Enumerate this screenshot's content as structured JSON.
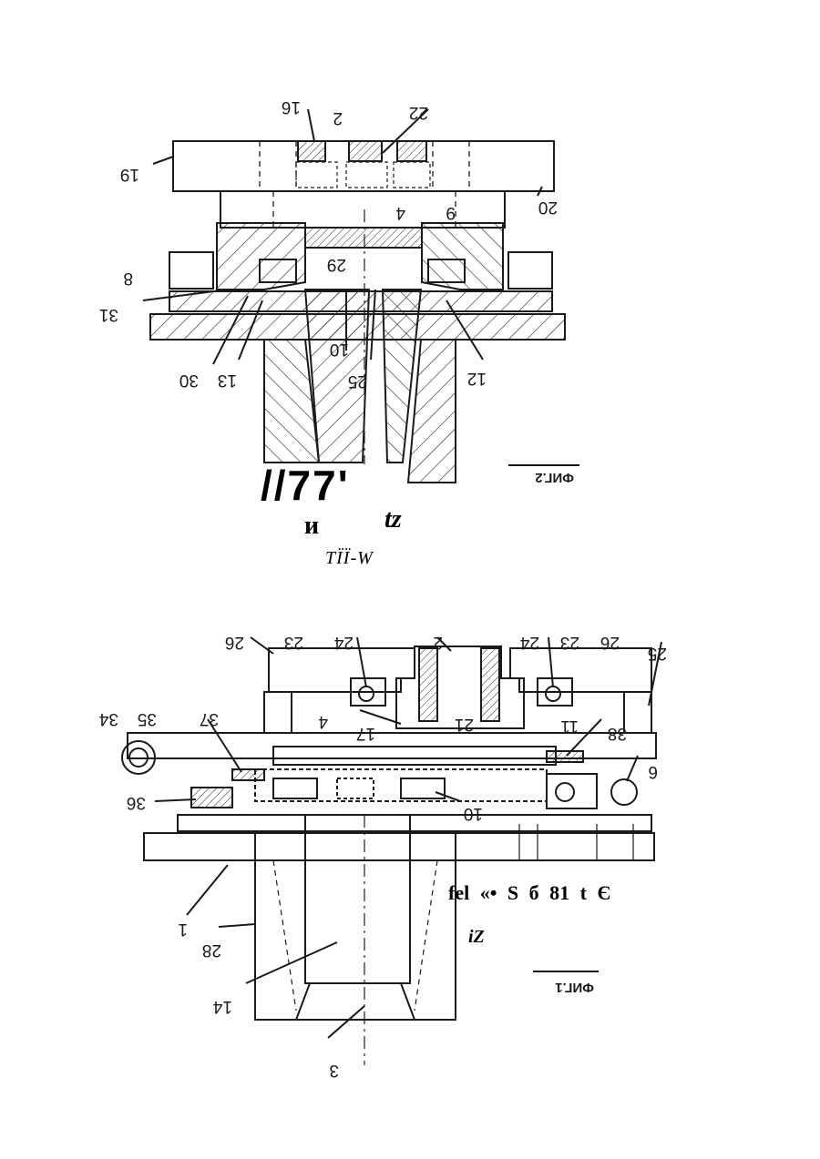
{
  "figure_top": {
    "caption": "ФИГ.2",
    "labels": {
      "l16": "16",
      "l2": "2",
      "l22": "22",
      "l19": "19",
      "l20": "20",
      "l4": "4",
      "l9": "9",
      "l8": "8",
      "l29": "29",
      "l31": "31",
      "l10": "10",
      "l13": "13",
      "l30": "30",
      "l25": "25",
      "l12": "12"
    }
  },
  "figure_bottom": {
    "caption": "ФИГ.1",
    "labels": {
      "l26a": "26",
      "l23a": "23",
      "l24a": "24",
      "l2": "2",
      "l24b": "24",
      "l23b": "23",
      "l26b": "26",
      "l25": "25",
      "l34": "34",
      "l35": "35",
      "l37": "37",
      "l4": "4",
      "l17": "17",
      "l21": "21",
      "l11": "11",
      "l38": "38",
      "l36": "36",
      "l10": "10",
      "l6": "6",
      "l1": "1",
      "l28": "28",
      "l14": "14",
      "l3": "3"
    }
  },
  "ocr_text": {
    "big": "//77'",
    "cyr": "и",
    "tz": "tz",
    "tw": "ТЇЇ-W",
    "row": "fel «• S б 81 t Є",
    "iz": "iZ"
  }
}
